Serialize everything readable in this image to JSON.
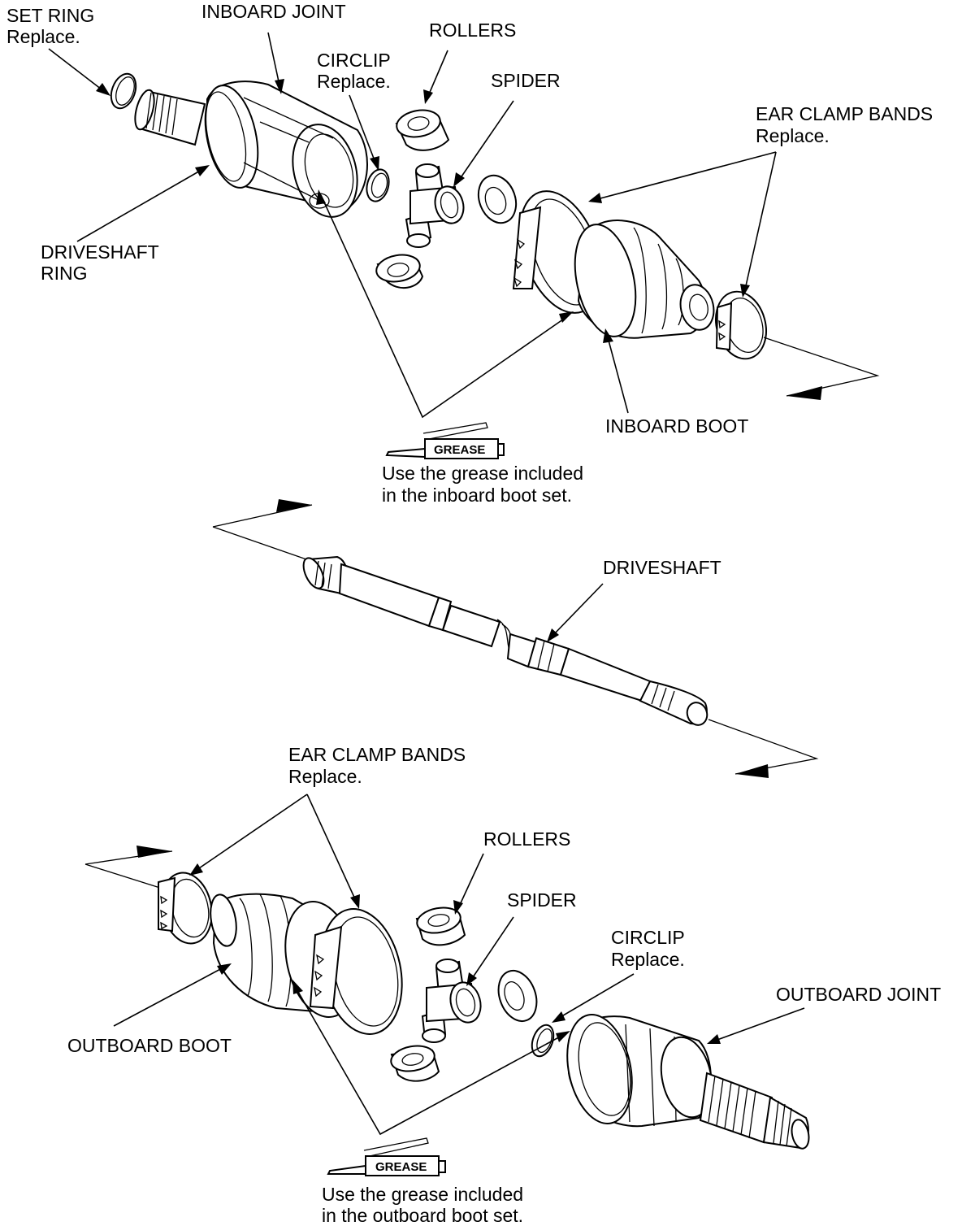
{
  "labels": {
    "set_ring": "SET RING",
    "set_ring_note": "Replace.",
    "inboard_joint": "INBOARD JOINT",
    "rollers_top": "ROLLERS",
    "circlip_top": "CIRCLIP",
    "circlip_top_note": "Replace.",
    "spider_top": "SPIDER",
    "ear_clamp_top": "EAR CLAMP BANDS",
    "ear_clamp_top_note": "Replace.",
    "driveshaft_ring_1": "DRIVESHAFT",
    "driveshaft_ring_2": "RING",
    "inboard_boot": "INBOARD BOOT",
    "grease_top_1": "Use the grease included",
    "grease_top_2": "in the inboard boot set.",
    "driveshaft": "DRIVESHAFT",
    "ear_clamp_bottom": "EAR CLAMP BANDS",
    "ear_clamp_bottom_note": "Replace.",
    "rollers_bottom": "ROLLERS",
    "spider_bottom": "SPIDER",
    "circlip_bottom": "CIRCLIP",
    "circlip_bottom_note": "Replace.",
    "outboard_joint": "OUTBOARD JOINT",
    "outboard_boot": "OUTBOARD BOOT",
    "grease_bottom_1": "Use the grease included",
    "grease_bottom_2": "in the outboard boot set."
  },
  "grease_icon_text": "GREASE",
  "line_color": "#000000",
  "background": "#ffffff"
}
